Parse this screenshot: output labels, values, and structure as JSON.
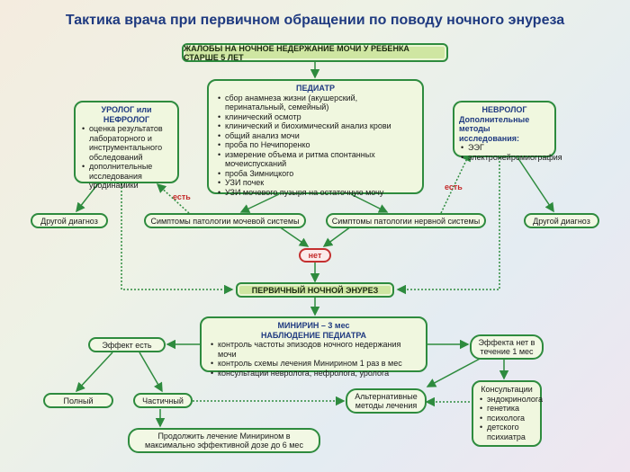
{
  "title": "Тактика врача при первичном обращении по поводу ночного энуреза",
  "complaint": "ЖАЛОБЫ НА НОЧНОЕ НЕДЕРЖАНИЕ МОЧИ У РЕБЕНКА СТАРШЕ 5 ЛЕТ",
  "urologist": {
    "title": "УРОЛОГ или НЕФРОЛОГ",
    "items": [
      "оценка результатов лабораторного и инструментального обследований",
      "дополнительные исследования уродинамики"
    ]
  },
  "pediatrician": {
    "title": "ПЕДИАТР",
    "items": [
      "сбор анамнеза жизни (акушерский, перинатальный, семейный)",
      "клинический осмотр",
      "клинический и биохимический анализ крови",
      "общий анализ мочи",
      "проба по Нечипоренко",
      "измерение объема и ритма спонтанных мочеиспусканий",
      "проба Зимницкого",
      "УЗИ почек",
      "УЗИ мочевого пузыря на остаточную мочу"
    ]
  },
  "neurologist": {
    "title": "НЕВРОЛОГ",
    "subtitle": "Дополнительные методы исследования:",
    "items": [
      "ЭЭГ",
      "электронейромиография"
    ]
  },
  "labels": {
    "other_diag_left": "Другой диагноз",
    "other_diag_right": "Другой диагноз",
    "urinary_symptoms": "Симптомы патологии мочевой системы",
    "nervous_symptoms": "Симптомы патологии нервной системы",
    "yes_left": "есть",
    "yes_right": "есть",
    "no": "нет",
    "primary": "ПЕРВИЧНЫЙ НОЧНОЙ ЭНУРЕЗ",
    "effect_yes": "Эффект есть",
    "effect_no": "Эффекта нет в течение 1 мес",
    "full": "Полный",
    "partial": "Частичный",
    "alternative": "Альтернативные методы лечения",
    "continue": "Продолжить лечение Минирином в максимально эффективной дозе до 6 мес"
  },
  "minirin": {
    "title1": "МИНИРИН – 3 мес",
    "title2": "НАБЛЮДЕНИЕ ПЕДИАТРА",
    "items": [
      "контроль частоты эпизодов ночного недержания мочи",
      "контроль схемы лечения Минирином 1 раз в мес",
      "консультации невролога, нефролога, уролога"
    ]
  },
  "consult": {
    "title": "Консультации",
    "items": [
      "эндокринолога",
      "генетика",
      "психолога",
      "детского психиатра"
    ]
  },
  "colors": {
    "border": "#2e8b3e",
    "title": "#1f3a80",
    "accent": "#c42a2a"
  }
}
